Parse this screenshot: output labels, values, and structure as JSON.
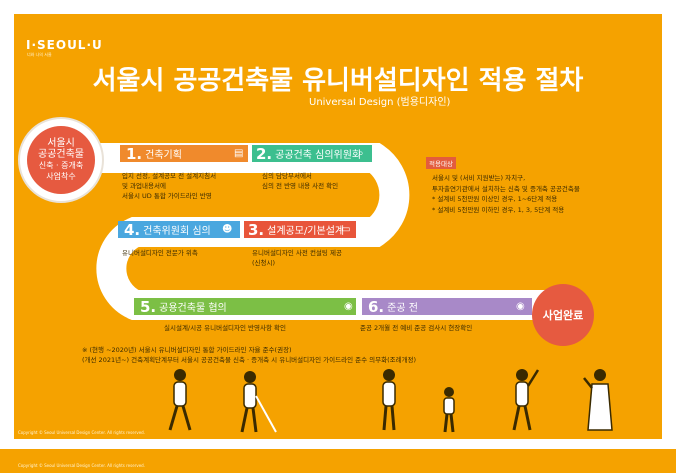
{
  "logo": {
    "text": "I·SEOUL·U",
    "sub": "너와 나의 서울"
  },
  "title": "서울시 공공건축물 유니버설디자인 적용 절차",
  "subtitle": "Universal Design (범용디자인)",
  "start": {
    "line1": "서울시",
    "line2": "공공건축물",
    "line3": "신축 · 증개축",
    "line4": "사업착수"
  },
  "steps": [
    {
      "num": "1.",
      "label": "건축기획",
      "desc": [
        "입지 선정, 설계공모 전 설계지침서",
        "및 과업내용서에",
        "서울시 UD 통합 가이드라인 반영"
      ]
    },
    {
      "num": "2.",
      "label": "공공건축 심의위원회",
      "desc": [
        "심의 담당부서에서",
        "심의 전 반영 내용 사전 확인"
      ]
    },
    {
      "num": "3.",
      "label": "설계공모/기본설계",
      "desc": [
        "유니버설디자인 사전 컨설팅 제공",
        "(신청시)"
      ]
    },
    {
      "num": "4.",
      "label": "건축위원회 심의",
      "desc": [
        "유니버설디자인 전문가 위촉"
      ]
    },
    {
      "num": "5.",
      "label": "공용건축물 협의",
      "desc": [
        "실시설계/시공 유니버설디자인 반영사항 확인"
      ]
    },
    {
      "num": "6.",
      "label": "준공 전",
      "desc": [
        "준공 2개월 전 예비 준공 검사시 현장확인"
      ]
    }
  ],
  "end": "사업완료",
  "target": {
    "badge": "적용대상",
    "lines": [
      "서울시 및 (서비 지원받는) 자치구,",
      "투자출연기관에서 설치하는 신축 및 증개축 공공건축물",
      "* 설계비 5천만원 이상인 경우, 1~6단계 적용",
      "* 설계비 5천만원 이하인 경우, 1, 3, 5단계 적용"
    ]
  },
  "notes": [
    "※ (현행 ~2020년) 서울시 유니버설디자인 통합 가이드라인 자율 준수(권장)",
    "(개선 2021년~) 건축계획단계부터 서울시 공공건축물 신축 · 증개축 시 유니버설디자인 가이드라인 준수 의무화(조례개정)"
  ],
  "copyright": "Copyright © Seoul Universal Design Center. All rights reserved.",
  "colors": {
    "background": "#f5a200",
    "accent": "#e65a40",
    "step1": "#f08a2c",
    "step2": "#3cbf8f",
    "step3": "#e8553a",
    "step4": "#4aa7df",
    "step5": "#7cbf45",
    "step6": "#a889c8"
  },
  "icons": [
    "clipboard-icon",
    "search-icon",
    "people-icon",
    "blueprint-icon",
    "location-pin-icon"
  ]
}
